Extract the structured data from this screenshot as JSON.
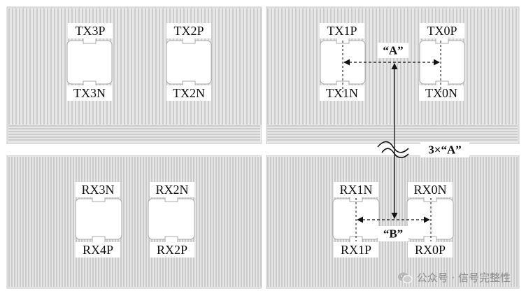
{
  "pins": {
    "tx3p": "TX3P",
    "tx2p": "TX2P",
    "tx1p": "TX1P",
    "tx0p": "TX0P",
    "tx3n": "TX3N",
    "tx2n": "TX2N",
    "tx1n": "TX1N",
    "tx0n": "TX0N",
    "rx3n": "RX3N",
    "rx2n": "RX2N",
    "rx1n": "RX1N",
    "rx0n": "RX0N",
    "rx4p": "RX4P",
    "rx2p": "RX2P",
    "rx1p": "RX1P",
    "rx0p": "RX0P"
  },
  "dimensions": {
    "a": "“A”",
    "b": "“B”",
    "three_a": "3×“A”"
  },
  "watermark": {
    "text": "公众号 · 信号完整性",
    "icon": "wechat-icon"
  },
  "colors": {
    "trace": "#bdbdbd",
    "board": "#e7e7e7",
    "pad": "#ffffff",
    "dimension": "#111111"
  }
}
